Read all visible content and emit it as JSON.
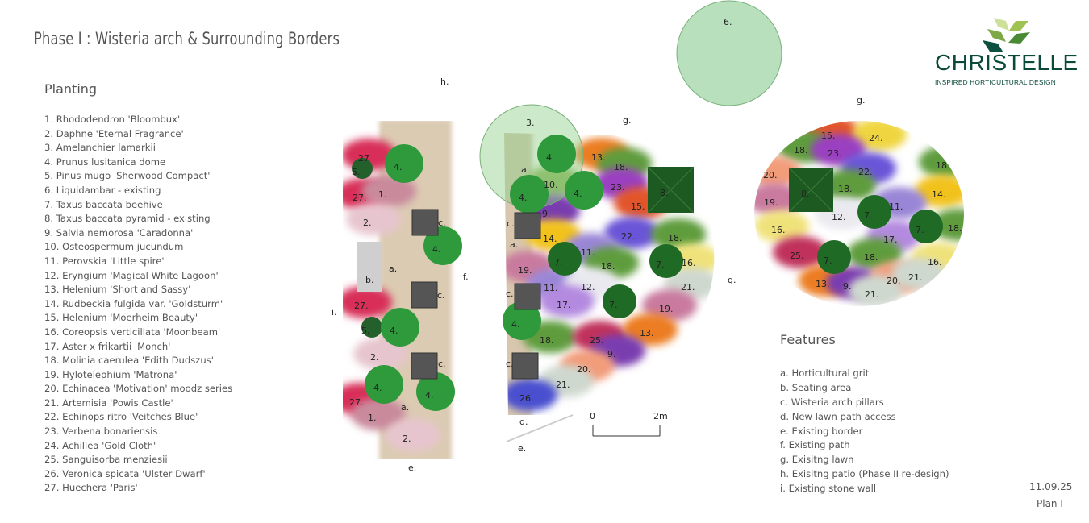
{
  "title": "Phase I : Wisteria arch & Surrounding Borders",
  "logo": {
    "name": "CHRISTELLE",
    "tagline": "INSPIRED HORTICULTURAL DESIGN"
  },
  "planting": {
    "heading": "Planting",
    "items": [
      "1. Rhododendron 'Bloombux'",
      "2. Daphne 'Eternal Fragrance'",
      "3. Amelanchier lamarkii",
      "4. Prunus lusitanica dome",
      "5. Pinus mugo 'Sherwood Compact'",
      "6. Liquidambar - existing",
      "7. Taxus baccata beehive",
      "8. Taxus baccata pyramid - existing",
      "9. Salvia nemorosa 'Caradonna'",
      "10. Osteospermum jucundum",
      "11. Perovskia 'Little spire'",
      "12. Eryngium 'Magical White Lagoon'",
      "13. Helenium 'Short and Sassy'",
      "14. Rudbeckia fulgida var. 'Goldsturm'",
      "15. Helenium 'Moerheim Beauty'",
      "16. Coreopsis verticillata 'Moonbeam'",
      "17. Aster x frikartii 'Monch'",
      "18. Molinia caerulea 'Edith Dudszus'",
      "19. Hylotelephium 'Matrona'",
      "20. Echinacea 'Motivation' moodz series",
      "21. Artemisia 'Powis Castle'",
      "22. Echinops ritro 'Veitches Blue'",
      "23. Verbena bonariensis",
      "24. Achillea 'Gold Cloth'",
      "25. Sanguisorba menziesii",
      "26. Veronica spicata 'Ulster Dwarf'",
      "27. Huechera 'Paris'"
    ]
  },
  "features": {
    "heading": "Features",
    "items": [
      "a. Horticultural grit",
      "b. Seating area",
      "c. Wisteria arch pillars",
      "d. New lawn path access",
      "e. Existing border",
      "f. Existing path",
      "g. Exisitng lawn",
      "h. Exisitng patio (Phase II re-design)",
      "i. Existing stone wall"
    ]
  },
  "date": "11.09.25",
  "plan_label": "Plan I",
  "scale": {
    "start": "0",
    "end": "2m"
  },
  "plan": {
    "markers": [
      "27",
      "5.",
      "4.",
      "27.",
      "1.",
      "2.",
      "4.",
      "27.",
      "5.",
      "4.",
      "2.",
      "4.",
      "4.",
      "27.",
      "1.",
      "2.",
      "3.",
      "4.",
      "10.",
      "4.",
      "4.",
      "13.",
      "18.",
      "23.",
      "8.",
      "9.",
      "15.",
      "14.",
      "22.",
      "18.",
      "19.",
      "7.",
      "11.",
      "18.",
      "7.",
      "16.",
      "11.",
      "12.",
      "21.",
      "17.",
      "7.",
      "19.",
      "4.",
      "18.",
      "25.",
      "13.",
      "9.",
      "20.",
      "21.",
      "26.",
      "6.",
      "15.",
      "24.",
      "18.",
      "23.",
      "22.",
      "18.",
      "20.",
      "8.",
      "18.",
      "14.",
      "19.",
      "12.",
      "7.",
      "11.",
      "7.",
      "18.",
      "16.",
      "17.",
      "25.",
      "7.",
      "18.",
      "16.",
      "13.",
      "9.",
      "20.",
      "21.",
      "21."
    ],
    "feature_letters": [
      "a.",
      "b.",
      "c.",
      "c.",
      "c.",
      "a.",
      "e.",
      "i.",
      "f.",
      "h.",
      "g.",
      "g.",
      "g.",
      "d.",
      "e.",
      "c.",
      "c.",
      "c.",
      "a.",
      "a."
    ]
  },
  "plant_colors": {
    "1": "#c98a9c",
    "2": "#e7c5cf",
    "4": "#2f9a3c",
    "5": "#24602c",
    "7": "#1f6a24",
    "8": "#1d5a22",
    "9": "#7a3db0",
    "10": "#8fb45a",
    "11": "#9a86d6",
    "12": "#e9e9ef",
    "13": "#ec7d22",
    "14": "#f2c21a",
    "15": "#e2552b",
    "16": "#f0e27a",
    "17": "#b48ae0",
    "18": "#5e9c3c",
    "19": "#c97a9e",
    "20": "#f29c7a",
    "21": "#cfd8cf",
    "22": "#6a55d8",
    "23": "#9a3fc0",
    "24": "#efd640",
    "25": "#c0305c",
    "26": "#4a4fcf",
    "27": "#d82f58"
  }
}
